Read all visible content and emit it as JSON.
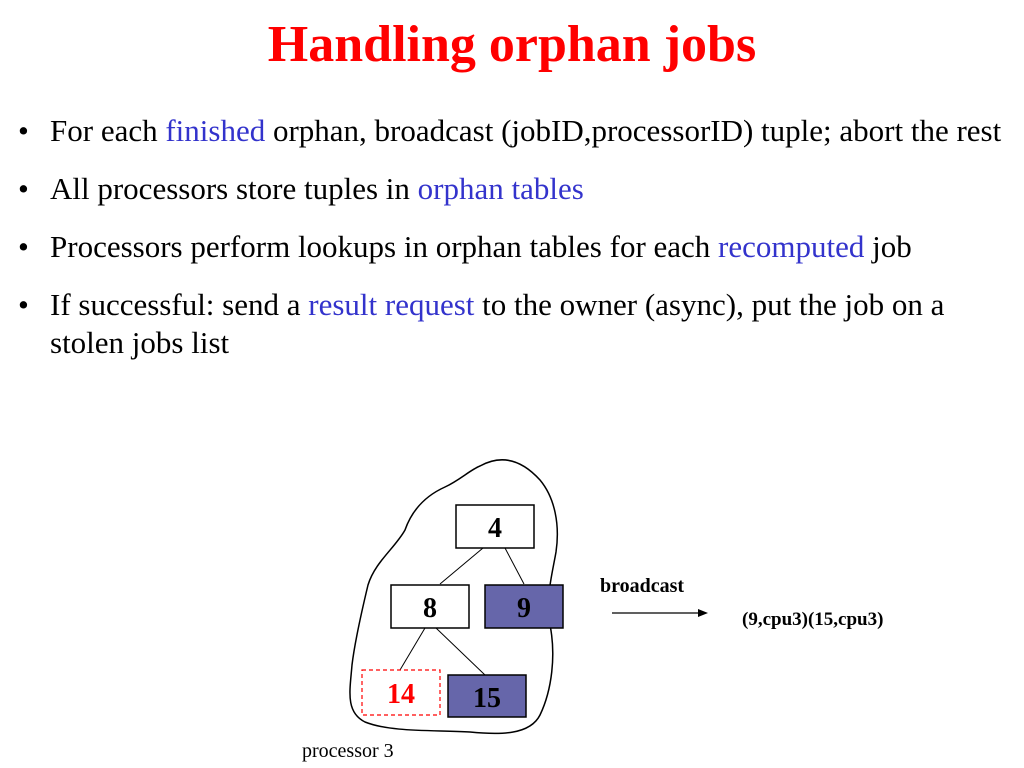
{
  "title": "Handling orphan jobs",
  "bullets": [
    {
      "before": "For each ",
      "highlight": "finished",
      "after": " orphan, broadcast (jobID,processorID) tuple; abort the rest"
    },
    {
      "before": "All processors store tuples in ",
      "highlight": "orphan tables",
      "after": ""
    },
    {
      "before": "Processors perform lookups in orphan tables for each ",
      "highlight": "recomputed",
      "after": " job"
    },
    {
      "before": "If successful: send a ",
      "highlight": "result request",
      "after": " to the owner (async), put the job on a stolen jobs list"
    }
  ],
  "bullet_symbol": "•",
  "diagram": {
    "nodes": {
      "n4": "4",
      "n8": "8",
      "n9": "9",
      "n14": "14",
      "n15": "15"
    },
    "broadcast_label": "broadcast",
    "tuples": "(9,cpu3)(15,cpu3)",
    "processor_label": "processor 3"
  },
  "colors": {
    "title": "#ff0000",
    "highlight": "#3333cc",
    "orphan_fill": "#6666aa",
    "aborted": "#ff0000"
  }
}
